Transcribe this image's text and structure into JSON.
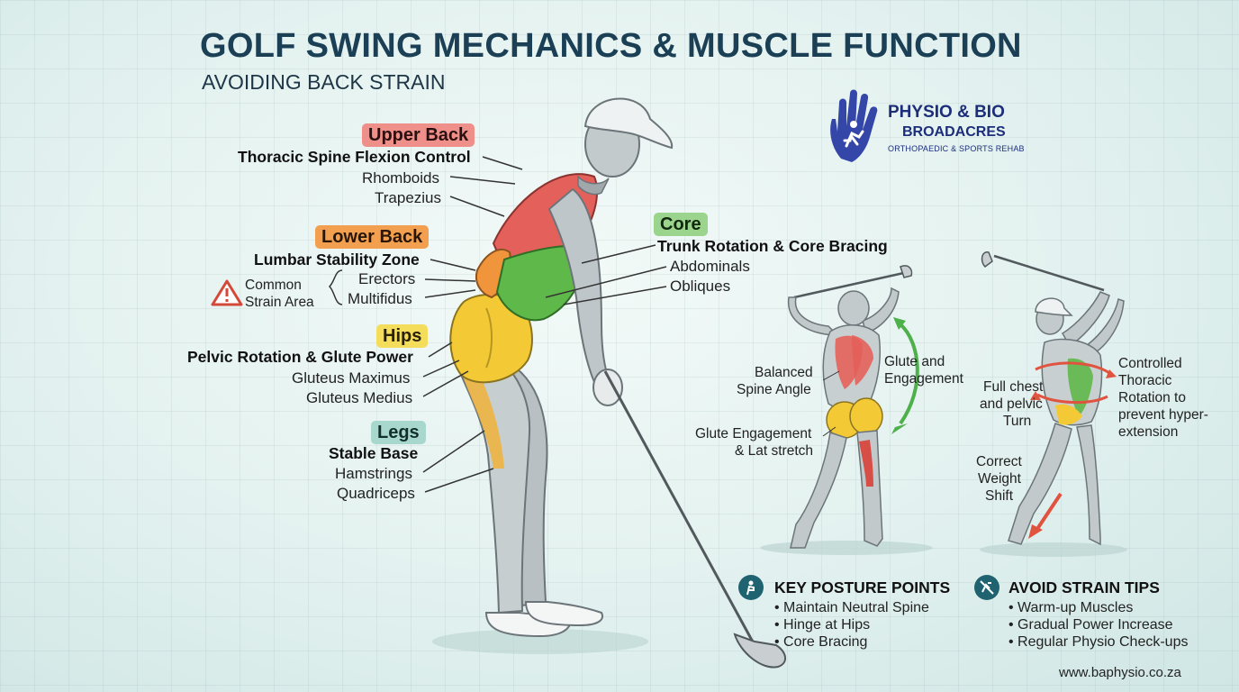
{
  "title": "GOLF SWING MECHANICS & MUSCLE FUNCTION",
  "subtitle": "AVOIDING BACK STRAIN",
  "logo": {
    "name": "PHYSIO & BIO",
    "name2": "BROADACRES",
    "tagline": "ORTHOPAEDIC & SPORTS REHAB",
    "icon": "hand-runner-icon"
  },
  "regions": {
    "upper_back": {
      "tag": "Upper Back",
      "heading": "Thoracic Spine Flexion Control",
      "muscles": [
        "Rhomboids",
        "Trapezius"
      ]
    },
    "lower_back": {
      "tag": "Lower Back",
      "heading": "Lumbar Stability Zone",
      "muscles": [
        "Erectors",
        "Multifidus"
      ],
      "warning_line1": "Common",
      "warning_line2": "Strain Area"
    },
    "hips": {
      "tag": "Hips",
      "heading": "Pelvic Rotation & Glute Power",
      "muscles": [
        "Gluteus Maximus",
        "Gluteus Medius"
      ]
    },
    "legs": {
      "tag": "Legs",
      "heading": "Stable Base",
      "muscles": [
        "Hamstrings",
        "Quadriceps"
      ]
    },
    "core": {
      "tag": "Core",
      "heading": "Trunk Rotation & Core Bracing",
      "muscles": [
        "Abdominals",
        "Obliques"
      ]
    }
  },
  "backswing": {
    "label_spine": [
      "Balanced",
      "Spine Angle"
    ],
    "label_glute_top": [
      "Glute and",
      "Engagement"
    ],
    "label_glute_bottom": [
      "Glute Engagement",
      "& Lat stretch"
    ]
  },
  "followthrough": {
    "label_chest": [
      "Full chest",
      "and pelvic",
      "Turn"
    ],
    "label_thoracic": [
      "Controlled",
      "Thoracic",
      "Rotation to",
      "prevent hyper-",
      "extension"
    ],
    "label_weight": [
      "Correct",
      "Weight",
      "Shift"
    ]
  },
  "key_posture": {
    "title": "KEY POSTURE POINTS",
    "items": [
      "Maintain Neutral Spine",
      "Hinge at Hips",
      "Core Bracing"
    ]
  },
  "avoid_strain": {
    "title": "AVOID STRAIN TIPS",
    "items": [
      "Warm-up Muscles",
      "Gradual Power Increase",
      "Regular Physio Check-ups"
    ]
  },
  "website": "www.baphysio.co.za",
  "colors": {
    "upper_back": "#e4605a",
    "lower_back": "#f0953c",
    "hips": "#f1c531",
    "core": "#5fb84a",
    "title": "#1b3f55",
    "brand": "#2d3a9a"
  }
}
